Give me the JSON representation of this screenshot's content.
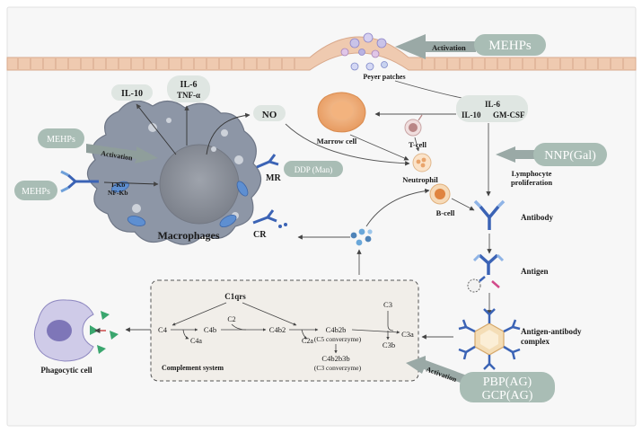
{
  "gut": {
    "mehps": "MEHPs",
    "activation": "Activation",
    "peyer": "Peyer patches"
  },
  "cytokines": {
    "il6": "IL-6",
    "il10": "IL-10",
    "gmcsf": "GM-CSF"
  },
  "macrophage": {
    "il10": "IL-10",
    "il6": "IL-6",
    "tnf": "TNF-α",
    "no": "NO",
    "mehps_tag": "MEHPs",
    "activation": "Activation",
    "mehps_side": "MEHPs",
    "ikb": "I-Kb",
    "nfkb": "NF-Kb",
    "ddp": "DDP (Man)",
    "mr": "MR",
    "cr": "CR",
    "title": "Macrophages"
  },
  "cells": {
    "marrow": "Marrow cell",
    "tcell": "T-cell",
    "neutrophil": "Neutrophil",
    "bcell": "B-cell"
  },
  "nnp": {
    "tag": "NNP(Gal)",
    "lymph1": "Lymphocyte",
    "lymph2": "proliferation"
  },
  "right_labels": {
    "antibody": "Antibody",
    "antigen": "Antigen",
    "complex1": "Antigen-antibody",
    "complex2": "complex"
  },
  "complement": {
    "c1qrs": "C1qrs",
    "c4": "C4",
    "c4b": "C4b",
    "c4a": "C4a",
    "c2": "C2",
    "c4b2": "C4b2",
    "c2a": "C2a",
    "c4b2b": "C4b2b",
    "c5conv": "(C5 converzyme)",
    "c4b2b3b": "C4b2b3b",
    "c3conv": "(C3 converzyme)",
    "c3": "C3",
    "c3a": "C3a",
    "c3b": "C3b",
    "system": "Complement system"
  },
  "bottom": {
    "phago": "Phagocytic cell",
    "activation": "Activation",
    "pbp": "PBP(AG)",
    "gcp": "GCP(AG)"
  },
  "colors": {
    "tag": "#a9bdb5",
    "pill": "#dfe6e2",
    "macrophage": "#8d96a6",
    "nucleus": "#8a8f99",
    "intestine": "#efcab0",
    "antibody": "#3b63b5",
    "antigen_arm": "#7aa0d8"
  }
}
